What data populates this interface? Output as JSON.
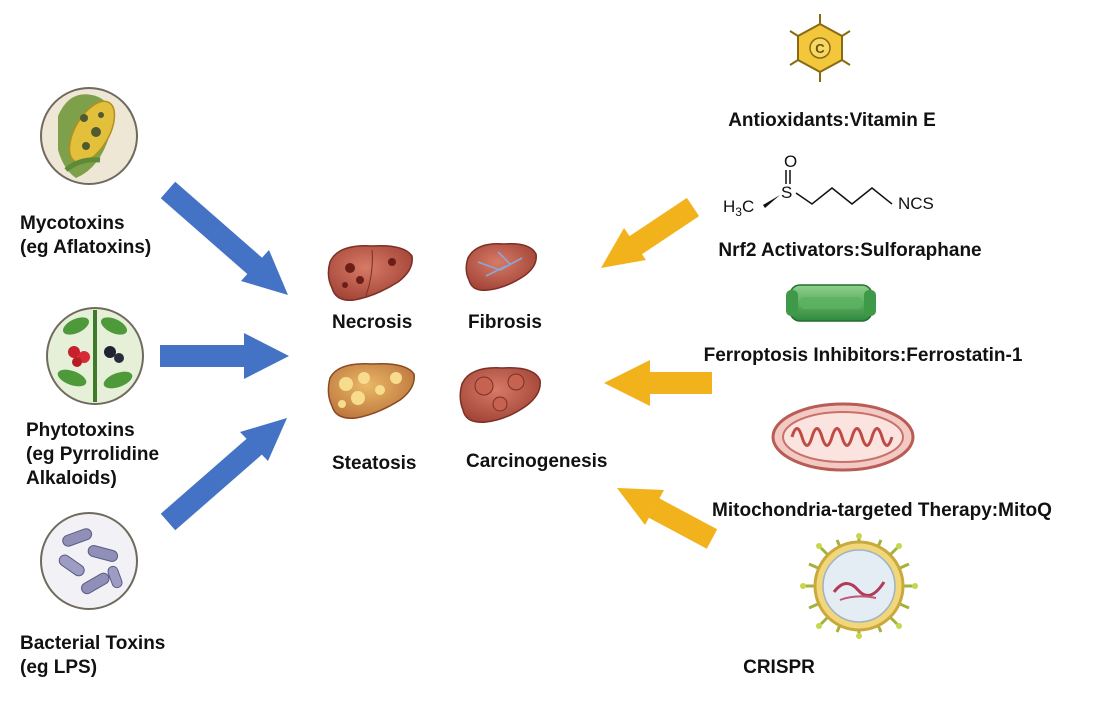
{
  "toxins": [
    {
      "line1": "Mycotoxins",
      "line2": "(eg Aflatoxins)"
    },
    {
      "line1": "Phytotoxins",
      "line2": "(eg Pyrrolidine",
      "line3": "Alkaloids)"
    },
    {
      "line1": "Bacterial Toxins",
      "line2": "(eg LPS)"
    }
  ],
  "outcomes": {
    "necrosis": "Necrosis",
    "fibrosis": "Fibrosis",
    "steatosis": "Steatosis",
    "carcinogenesis": "Carcinogenesis"
  },
  "therapies": [
    {
      "label": "Antioxidants:Vitamin E",
      "icon_letter": "C"
    },
    {
      "label": "Nrf2 Activators:Sulforaphane"
    },
    {
      "label": "Ferroptosis Inhibitors:Ferrostatin-1"
    },
    {
      "label": "Mitochondria-targeted Therapy:MitoQ"
    },
    {
      "label": "CRISPR"
    }
  ],
  "sulforaphane": {
    "o": "O",
    "s": "S",
    "h3c_main": "H",
    "h3c_sub": "3",
    "h3c_tail": "C",
    "ncs": "NCS"
  },
  "colors": {
    "toxin_arrow": "#4472c4",
    "therapy_arrow": "#f2b21b",
    "liver": "#b5574a"
  }
}
